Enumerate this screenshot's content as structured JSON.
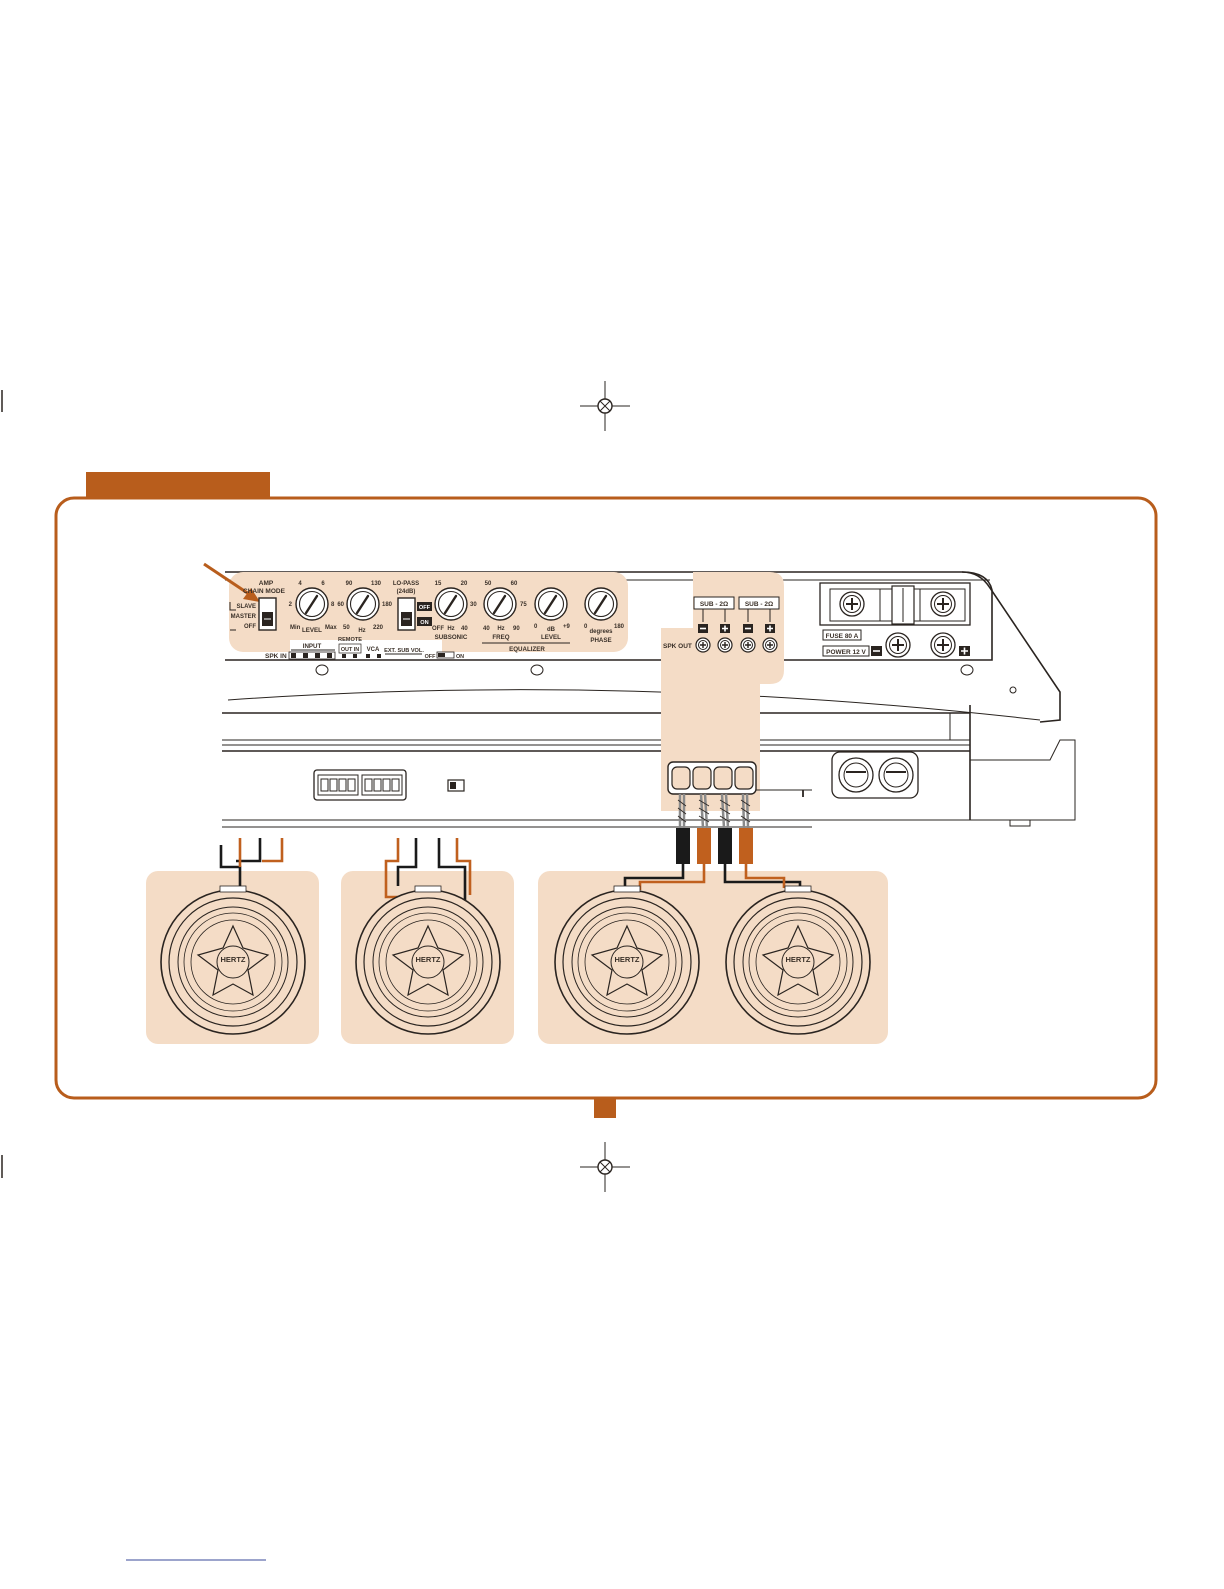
{
  "colors": {
    "accent": "#b85d1c",
    "panel": "#f4dcc6",
    "wire_black": "#1a1a1a",
    "wire_orange": "#c0601e"
  },
  "control_panel": {
    "amp_chain": {
      "title1": "AMP",
      "title2": "CHAIN MODE",
      "slave": "SLAVE",
      "master": "MASTER",
      "off": "OFF"
    },
    "level_knob": {
      "t1": "4",
      "t2": "6",
      "l": "2",
      "r": "8",
      "min": "Min",
      "max": "Max",
      "label": "LEVEL"
    },
    "lopass_knob": {
      "t1": "90",
      "t2": "130",
      "l": "60",
      "r": "180",
      "min": "50",
      "unit": "Hz",
      "max": "220"
    },
    "lopass_switch": {
      "title1": "LO-PASS",
      "title2": "(24dB)",
      "off": "OFF",
      "on": "ON"
    },
    "subsonic_knob": {
      "t1": "15",
      "t2": "20",
      "r": "30",
      "min": "OFF",
      "unit": "Hz",
      "max": "40",
      "label": "SUBSONIC"
    },
    "eqfreq_knob": {
      "t1": "50",
      "t2": "60",
      "r": "75",
      "min": "40",
      "unit": "Hz",
      "max": "90",
      "label": "FREQ"
    },
    "eqlevel_knob": {
      "min": "0",
      "unit": "dB",
      "max": "+9",
      "label": "LEVEL"
    },
    "equalizer_label": "EQUALIZER",
    "phase_knob": {
      "min": "0",
      "unit": "degrees",
      "max": "180",
      "label": "PHASE"
    },
    "input_label": "INPUT",
    "spk_in_label": "SPK IN",
    "remote_label": "REMOTE",
    "out_in_label": "OUT IN",
    "vca_label": "VCA",
    "ext_sub_vol_label": "EXT. SUB VOL.",
    "ext_off": "OFF",
    "ext_on": "ON"
  },
  "speaker_outputs": {
    "sub_left": "SUB - 2Ω",
    "sub_right": "SUB - 2Ω",
    "spk_out_label": "SPK OUT"
  },
  "power": {
    "fuse_label": "FUSE 80 A",
    "power_label": "POWER 12 V"
  },
  "speakers": {
    "brand": "HERTZ"
  }
}
